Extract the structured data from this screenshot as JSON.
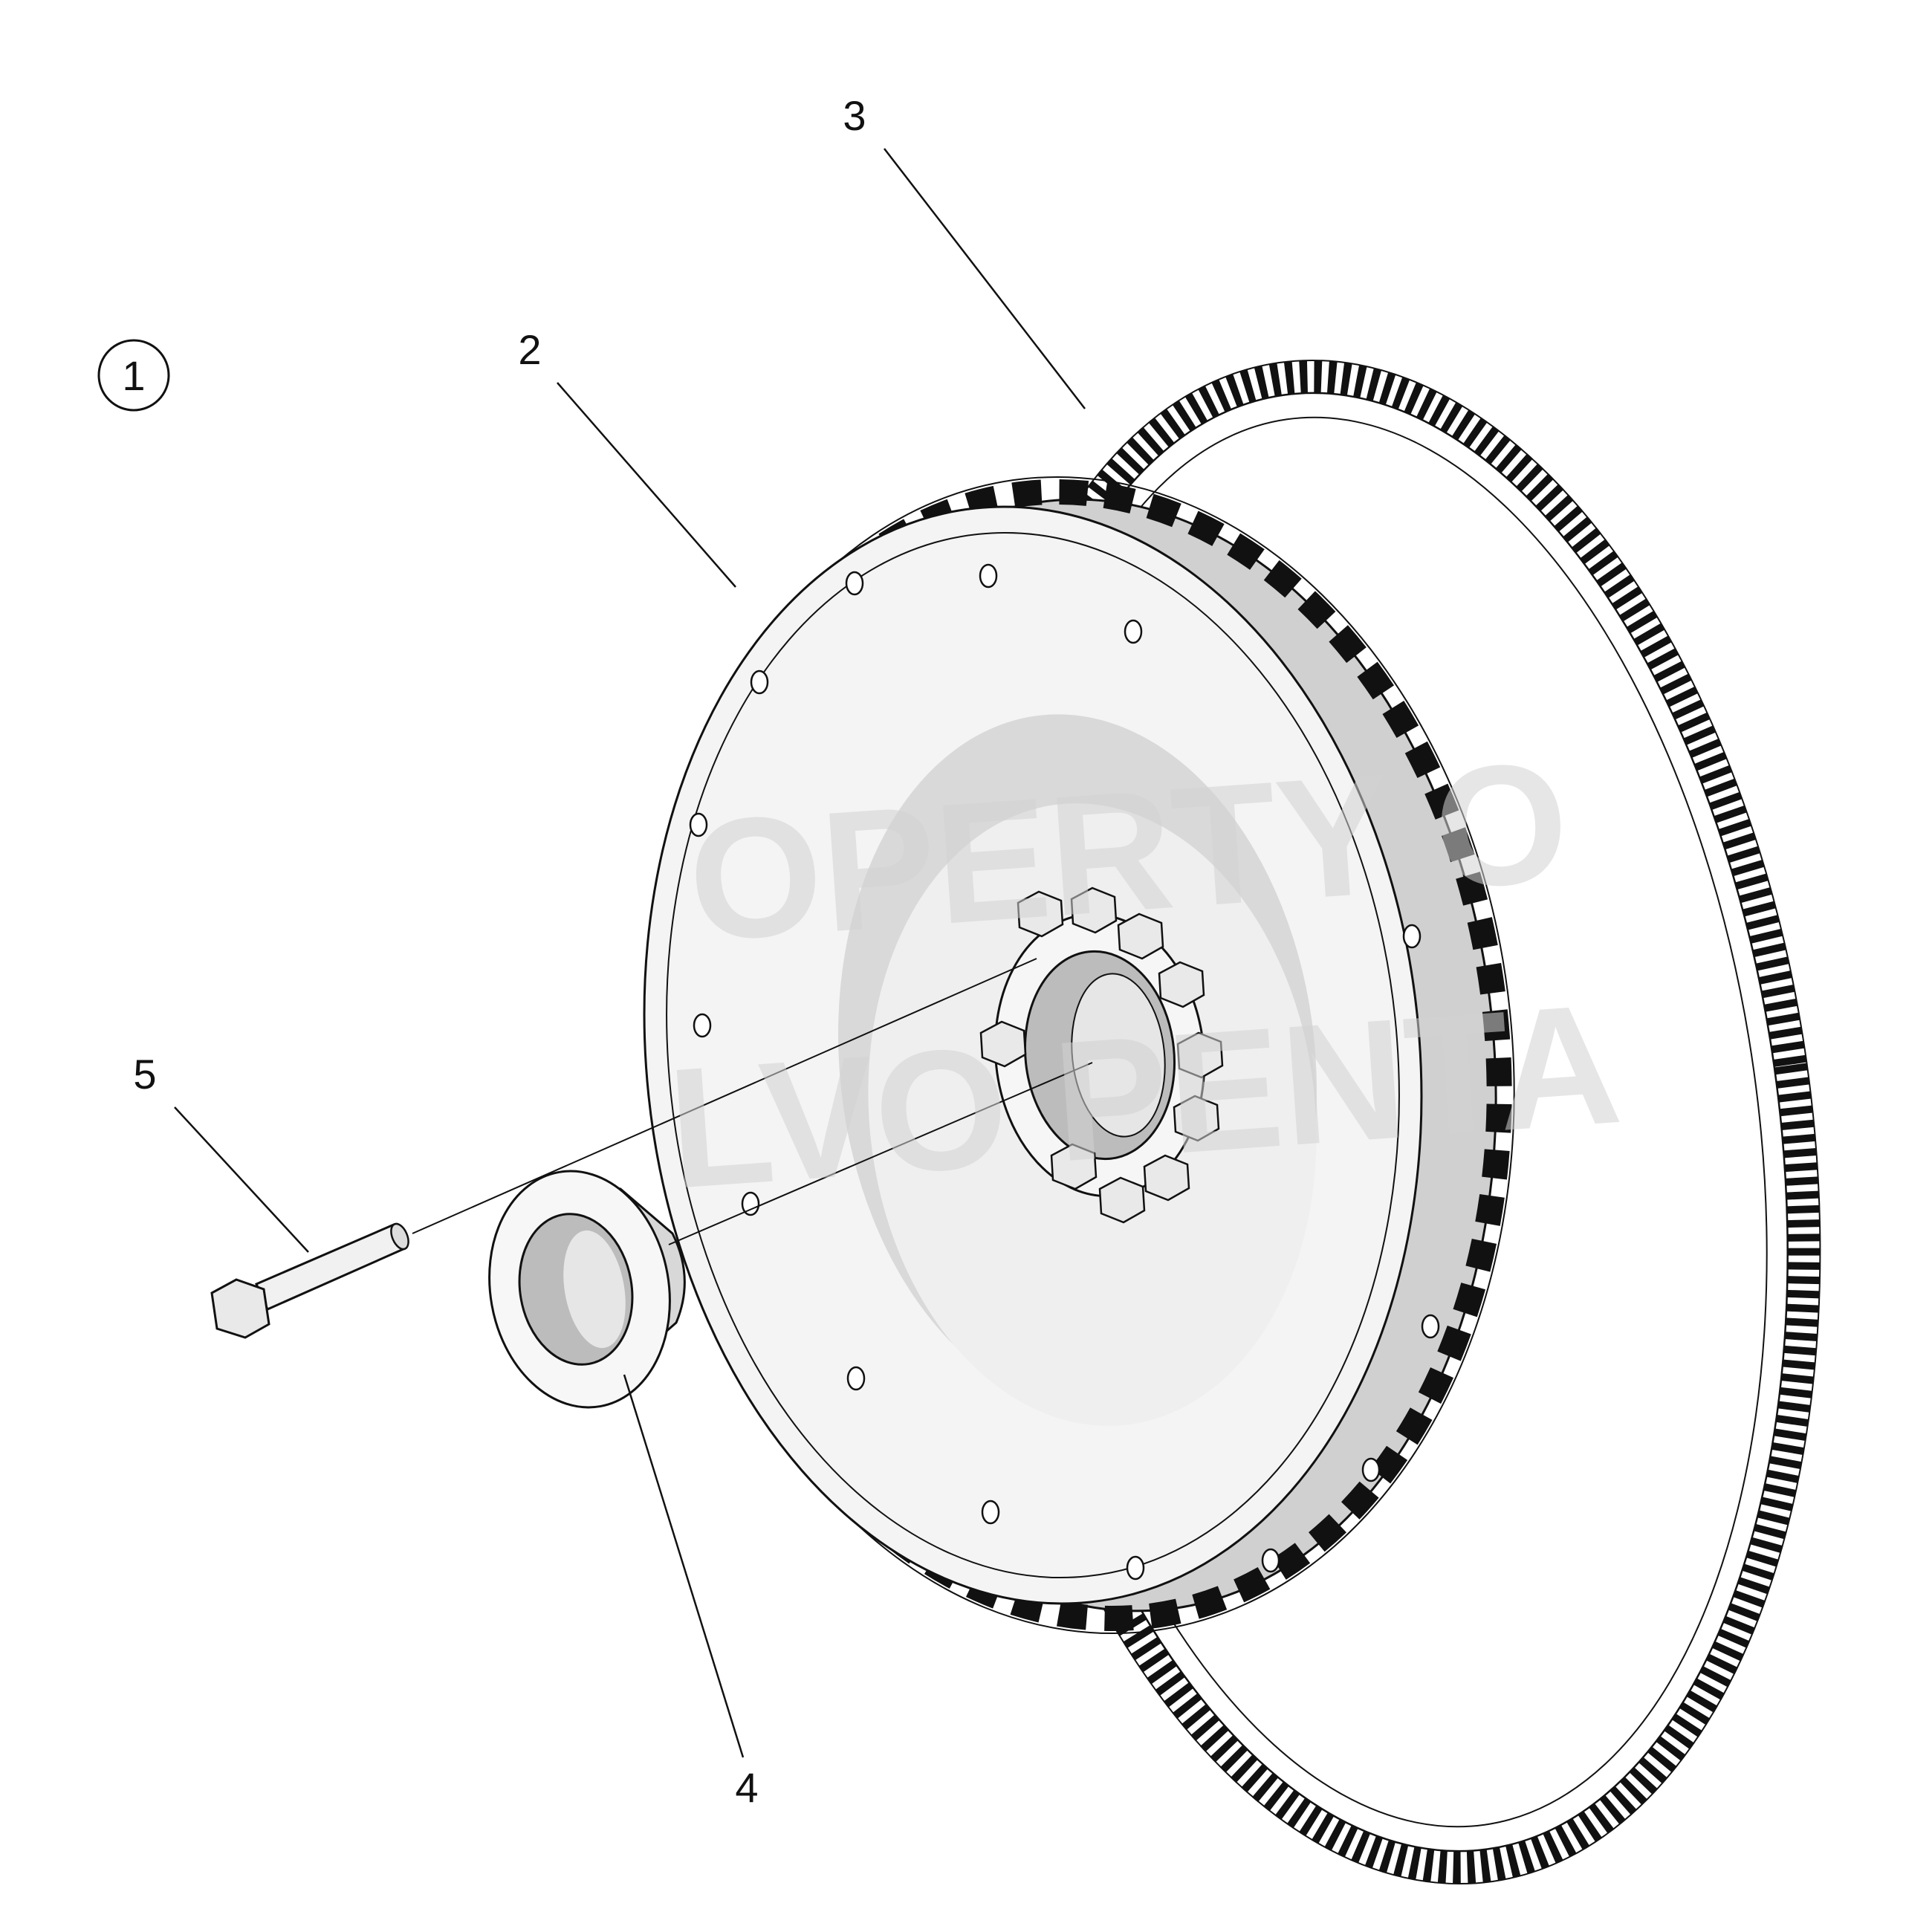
{
  "diagram": {
    "view_label": "1",
    "callouts": [
      {
        "id": "2",
        "label": "2"
      },
      {
        "id": "3",
        "label": "3"
      },
      {
        "id": "4",
        "label": "4"
      },
      {
        "id": "5",
        "label": "5"
      }
    ],
    "watermark": {
      "line1": "OPERTY O",
      "line2": "LVO PENTA"
    },
    "colors": {
      "line": "#111111",
      "part_fill": "#f2f2f2",
      "part_shade": "#c8c8c8",
      "hub_shade": "#b9b9b9",
      "background": "#ffffff"
    }
  }
}
